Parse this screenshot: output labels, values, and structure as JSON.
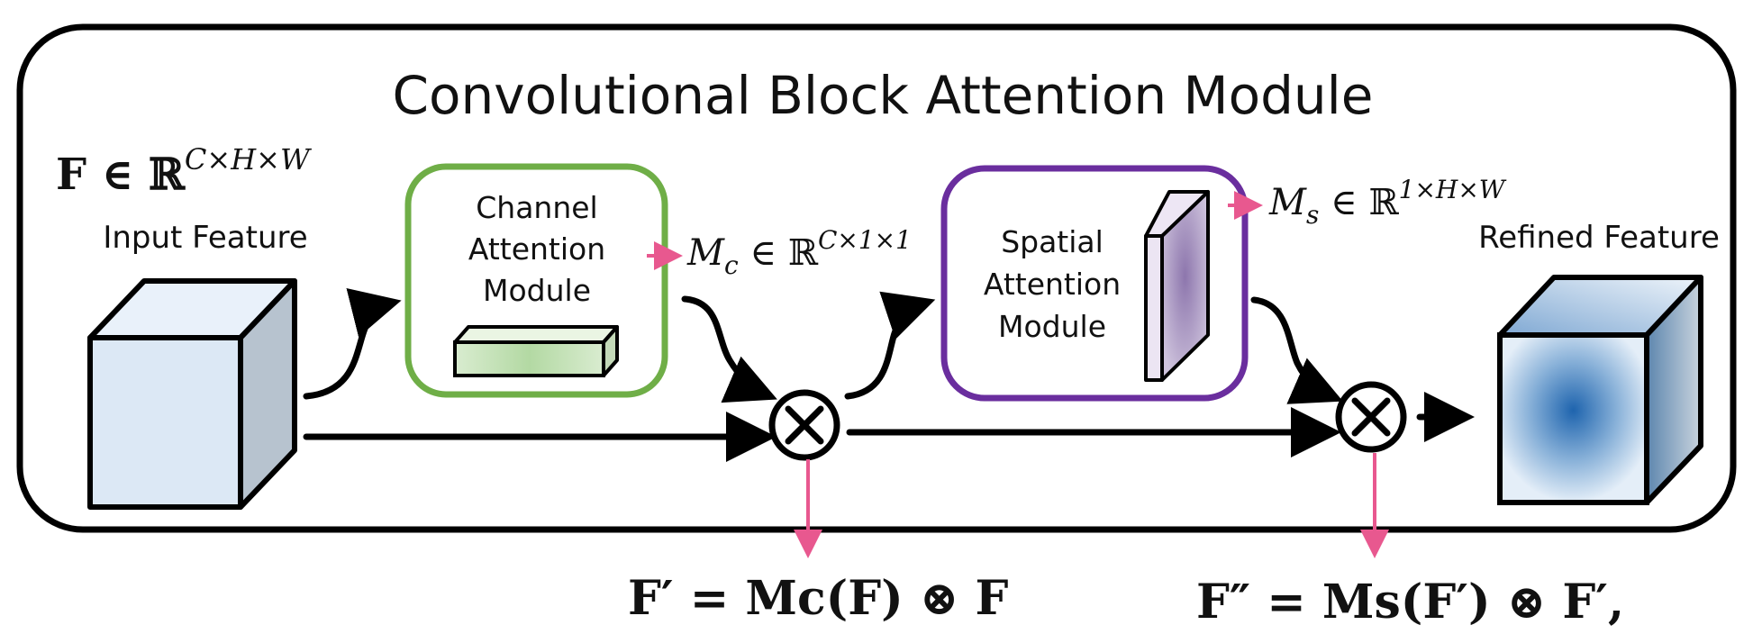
{
  "title": "Convolutional Block Attention Module",
  "input": {
    "label": "Input Feature",
    "formula_main": "F ∈ ℝ",
    "formula_sup": "C×H×W"
  },
  "channel_module": {
    "line1": "Channel",
    "line2": "Attention",
    "line3": "Module",
    "output_main": "M",
    "output_sub": "c",
    "output_rel": " ∈ ℝ",
    "output_sup": "C×1×1"
  },
  "spatial_module": {
    "line1": "Spatial",
    "line2": "Attention",
    "line3": "Module",
    "output_main": "M",
    "output_sub": "s",
    "output_rel": " ∈ ℝ",
    "output_sup": "1×H×W"
  },
  "output": {
    "label": "Refined Feature"
  },
  "equations": {
    "eq1": "F′ = Mc(F) ⊗ F",
    "eq2": "F″ = Ms(F′) ⊗ F′,"
  },
  "colors": {
    "channel_border": "#6fae47",
    "spatial_border": "#6a2e9e",
    "pink_arrow": "#e8588f",
    "input_cube_front": "#dce8f5",
    "input_cube_side": "#b7c3cf",
    "output_cube_center": "#1e64ae"
  }
}
